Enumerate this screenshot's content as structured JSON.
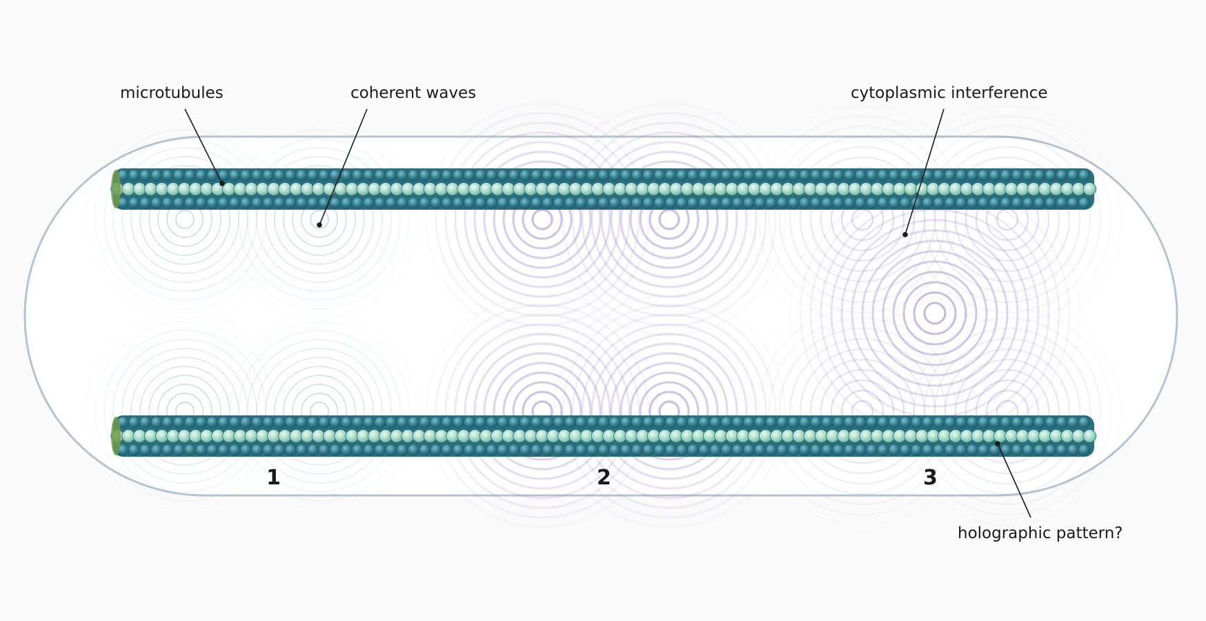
{
  "labels": {
    "microtubules": "microtubules",
    "coherent_waves": "coherent waves",
    "cytoplasmic_interference": "cytoplasmic interference",
    "holographic_pattern": "holographic pattern?"
  },
  "stages": [
    "1",
    "2",
    "3"
  ],
  "colors": {
    "membrane": "#b4c3cf",
    "tubulin_dark": "#2f7a8c",
    "tubulin_light": "#a9dccd",
    "wave_blue": "#9cc1d8",
    "wave_purple": "#9b7fc4"
  }
}
